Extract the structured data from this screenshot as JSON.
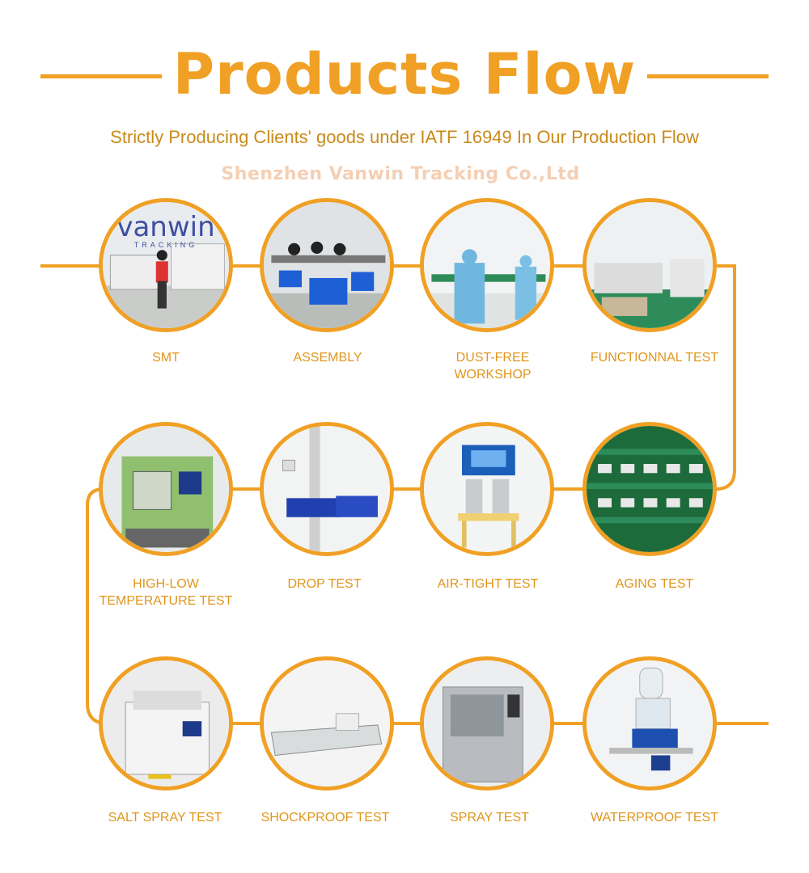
{
  "header": {
    "title": "Products Flow",
    "subtitle": "Strictly Producing Clients' goods under IATF 16949 In Our Production Flow",
    "watermark": "Shenzhen Vanwin Tracking Co.,Ltd"
  },
  "logo": {
    "brand": "vanwin",
    "tagline": "TRACKING"
  },
  "colors": {
    "accent": "#f0a024",
    "label": "#e0951a"
  },
  "steps": [
    {
      "label": "SMT"
    },
    {
      "label": "ASSEMBLY"
    },
    {
      "label": "DUST-FREE\nWORKSHOP"
    },
    {
      "label": "FUNCTIONNAL TEST"
    },
    {
      "label": "AGING TEST"
    },
    {
      "label": "AIR-TIGHT TEST"
    },
    {
      "label": "DROP TEST"
    },
    {
      "label": "HIGH-LOW\nTEMPERATURE TEST"
    },
    {
      "label": "SALT SPRAY TEST"
    },
    {
      "label": "SHOCKPROOF TEST"
    },
    {
      "label": "SPRAY TEST"
    },
    {
      "label": "WATERPROOF TEST"
    }
  ]
}
